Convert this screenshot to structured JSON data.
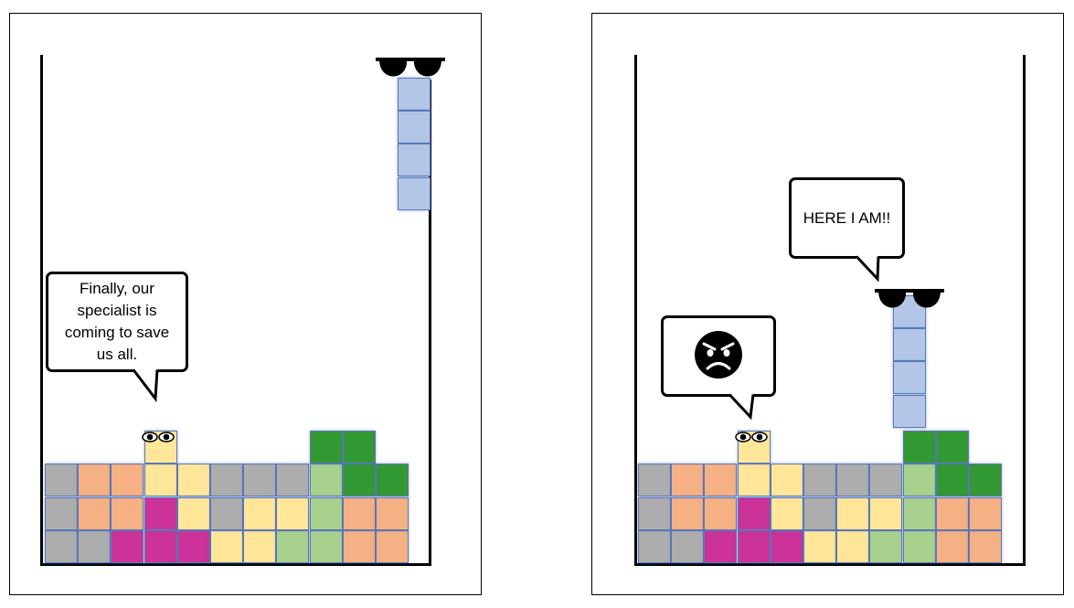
{
  "colors": {
    "grey": "#adadad",
    "orange": "#f5b183",
    "yellow": "#ffe699",
    "magenta": "#cc3399",
    "light_green": "#a9d18e",
    "dark_green": "#339933",
    "blue": "#b4c6e7"
  },
  "panels": [
    {
      "speech": "Finally, our specialist is coming to save us all.",
      "tower_height_blocks": 4,
      "tower_position": "top"
    },
    {
      "speech": "HERE I AM!!",
      "tower_height_blocks": 4,
      "tower_position": "landed",
      "reaction_icon": "angry-face-icon"
    }
  ],
  "icons": [
    "sunglasses-icon",
    "eyes-icon",
    "angry-face-icon",
    "speech-bubble-icon"
  ]
}
